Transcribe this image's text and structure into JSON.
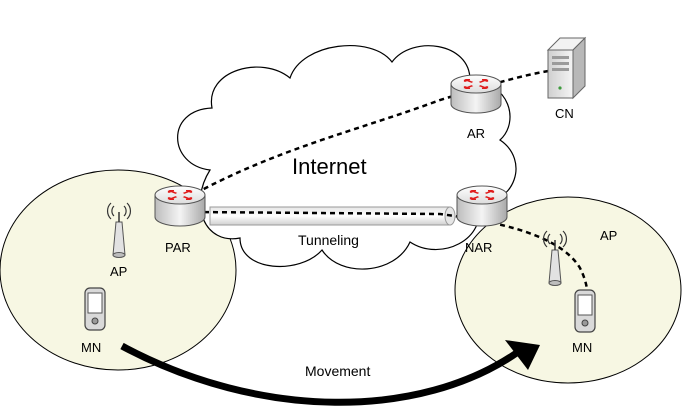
{
  "labels": {
    "internet": "Internet",
    "cn": "CN",
    "ar": "AR",
    "par": "PAR",
    "nar": "NAR",
    "ap_left": "AP",
    "ap_right": "AP",
    "mn_left": "MN",
    "mn_right": "MN",
    "tunneling": "Tunneling",
    "movement": "Movement"
  },
  "colors": {
    "cell_fill": "#f7f7e3",
    "cloud_fill": "#ffffff",
    "router_body": "#f0f0f0",
    "router_arrows": "#e01b1b",
    "line": "#000000"
  },
  "icons": [
    "router-icon",
    "server-icon",
    "antenna-icon",
    "handheld-device-icon"
  ]
}
